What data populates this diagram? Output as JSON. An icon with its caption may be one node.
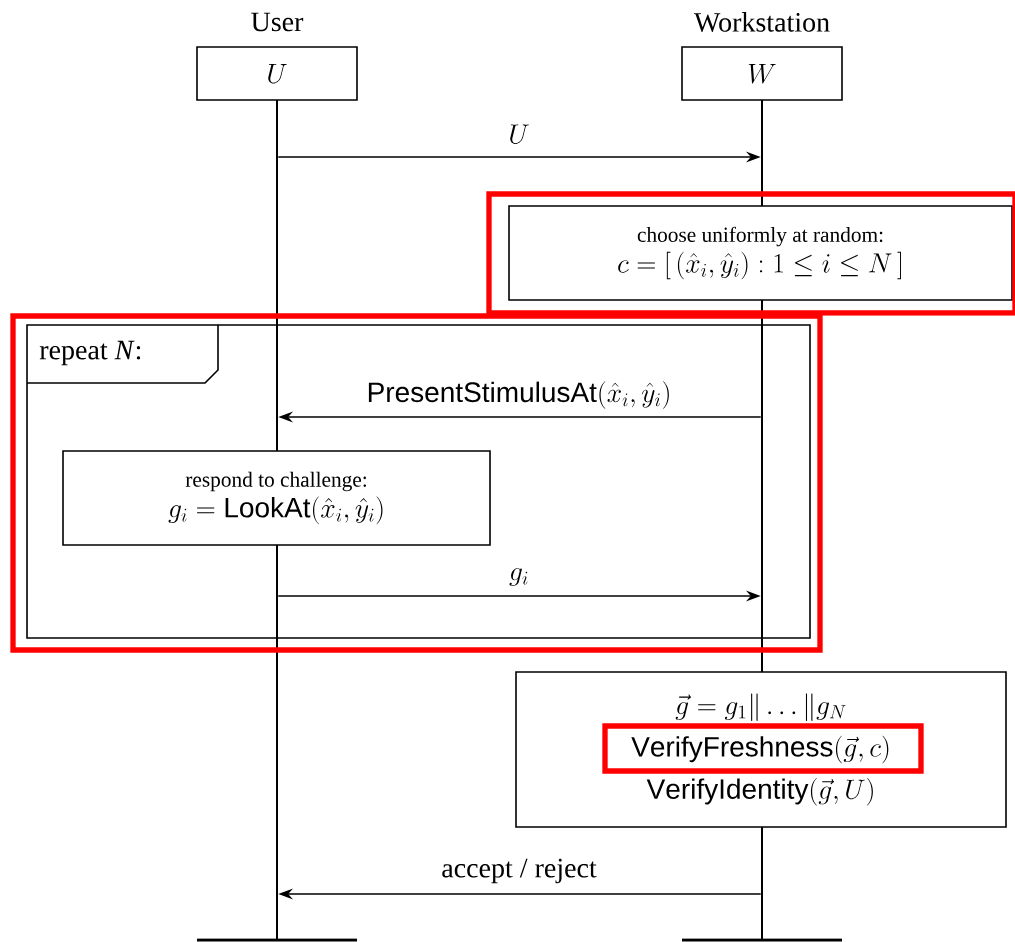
{
  "diagram": {
    "nodes": [
      {
        "text": [
          "User",
          "U"
        ]
      },
      {
        "text": [
          "Workstation",
          "W"
        ]
      },
      {
        "text": [],
        "shape": "line"
      },
      {
        "text": [],
        "shape": "line"
      },
      {
        "text": [
          "choose uniformly at random:",
          "c = [\\,(\\hat{x}_i, \\hat{y}_i) : 1 \\leq i \\leq N\\,]"
        ]
      },
      {
        "text": [
          "repeat *N*:"
        ]
      },
      {
        "text": [
          "respond to challenge:",
          "g_i = \\mathsf{LookAt}(\\hat{x}_i, \\hat{y}_i)"
        ],
        "in": 5
      },
      {
        "text": [
          "\\vec{g} = g_1 \\| \\ldots \\| g_N",
          "\\mathsf{VerifyFreshness}(\\vec{g}, c)",
          "\\mathsf{VerifyIdentity}(\\vec{g}, U)"
        ]
      }
    ],
    "edges": [
      {
        "from": 2,
        "to": 3,
        "arrow": "to",
        "label": "U"
      },
      {
        "from": 3,
        "to": 2,
        "arrow": "to",
        "label": "\\mathsf{PresentStimulusAt}(\\hat{x}_i, \\hat{y}_i)"
      },
      {
        "from": 2,
        "to": 3,
        "arrow": "to",
        "label": "g_i"
      },
      {
        "from": 3,
        "to": 2,
        "arrow": "to",
        "label": "accept / reject"
      }
    ]
  }
}
